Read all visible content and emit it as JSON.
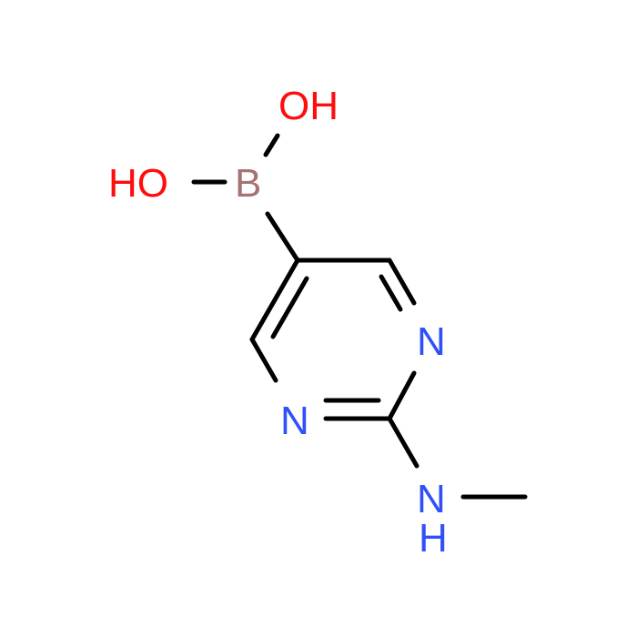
{
  "molecule": {
    "atoms": {
      "oh_top": {
        "label": "OH",
        "color": "#ff0d0d"
      },
      "oh_left": {
        "label": "HO",
        "color": "#ff0d0d"
      },
      "boron": {
        "label": "B",
        "color": "#a67373"
      },
      "n_ring_right": {
        "label": "N",
        "color": "#3050f8"
      },
      "n_ring_left": {
        "label": "N",
        "color": "#3050f8"
      },
      "nh_n": {
        "label": "N",
        "color": "#3050f8"
      },
      "nh_h": {
        "label": "H",
        "color": "#3050f8"
      }
    },
    "bond_color": "#000000"
  }
}
